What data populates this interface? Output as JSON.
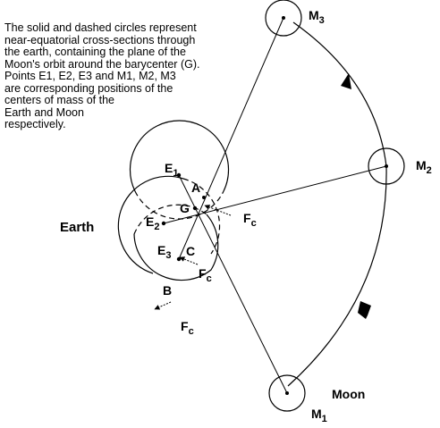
{
  "caption": {
    "lines": [
      "The solid and dashed circles represent",
      "near-equatorial cross-sections through",
      "the earth, containing the plane of the",
      "Moon's orbit around the barycenter (G).",
      "Points E1, E2, E3 and M1, M2, M3",
      "are corresponding positions of the",
      "centers of mass of the",
      "Earth and Moon",
      "respectively."
    ]
  },
  "labels": {
    "earth": "Earth",
    "moon": "Moon",
    "barycenter": "G",
    "point_a": "A",
    "point_b": "B",
    "point_c": "C",
    "e1": "E",
    "e1_sub": "1",
    "e2": "E",
    "e2_sub": "2",
    "e3": "E",
    "e3_sub": "3",
    "m1": "M",
    "m1_sub": "1",
    "m2": "M",
    "m2_sub": "2",
    "m3": "M",
    "m3_sub": "3",
    "fc_main": "F",
    "fc_sub": "c"
  },
  "colors": {
    "ink": "#000000",
    "background": "#ffffff"
  }
}
